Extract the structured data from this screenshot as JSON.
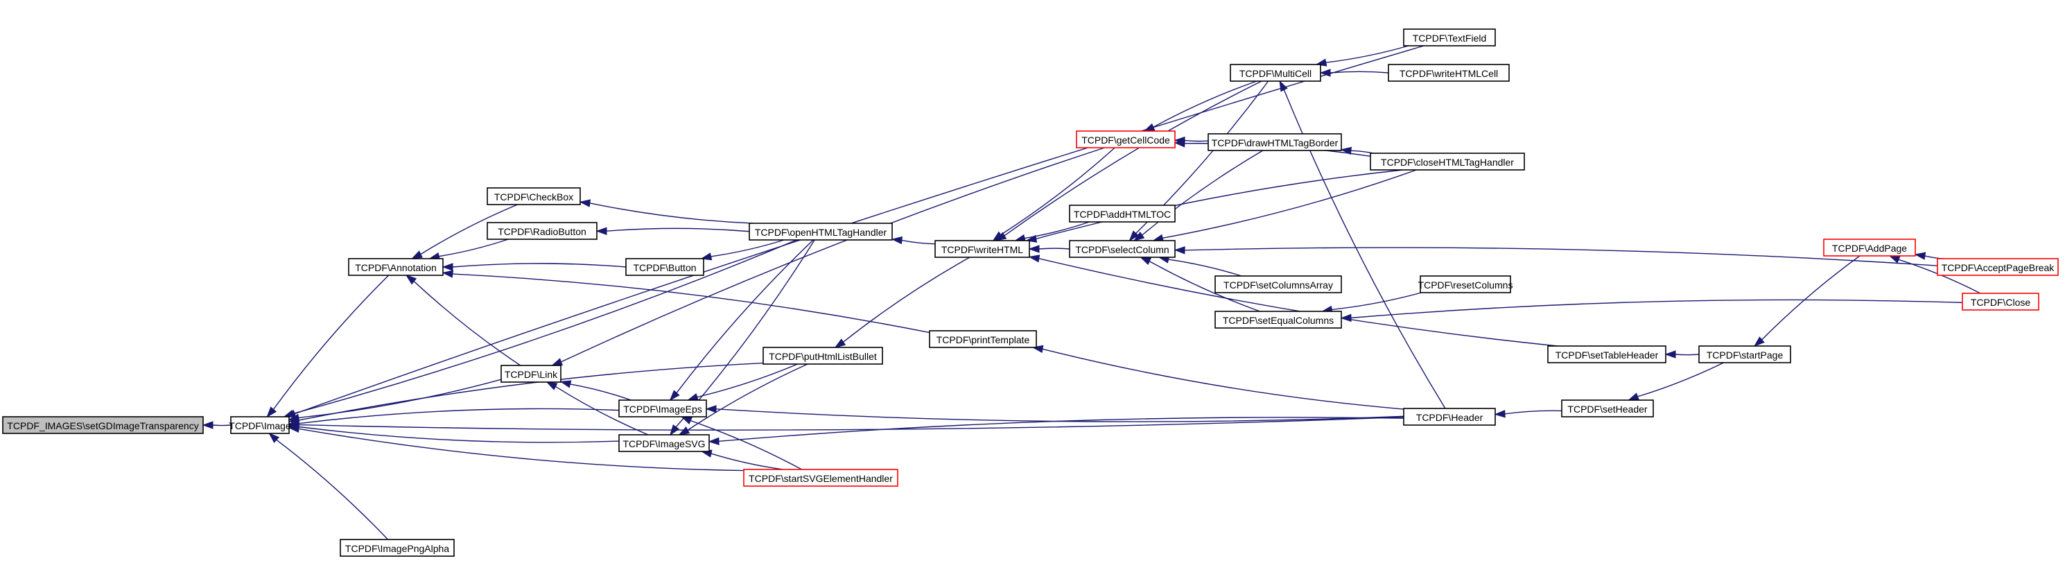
{
  "diagram": {
    "colors": {
      "edge": "#191970",
      "root_fill": "#bfbfbf",
      "highlight_border": "#ff0000",
      "border": "#000000"
    },
    "nodes": [
      {
        "id": "root",
        "label": "TCPDF_IMAGES\\setGDImageTransparency",
        "style": "root"
      },
      {
        "id": "image",
        "label": "TCPDF\\Image"
      },
      {
        "id": "annotation",
        "label": "TCPDF\\Annotation"
      },
      {
        "id": "checkbox",
        "label": "TCPDF\\CheckBox"
      },
      {
        "id": "radiobutton",
        "label": "TCPDF\\RadioButton"
      },
      {
        "id": "button",
        "label": "TCPDF\\Button"
      },
      {
        "id": "link",
        "label": "TCPDF\\Link"
      },
      {
        "id": "imageeps",
        "label": "TCPDF\\ImageEps"
      },
      {
        "id": "imagesvg",
        "label": "TCPDF\\ImageSVG"
      },
      {
        "id": "imagepngalpha",
        "label": "TCPDF\\ImagePngAlpha"
      },
      {
        "id": "openhtml",
        "label": "TCPDF\\openHTMLTagHandler"
      },
      {
        "id": "puthtml",
        "label": "TCPDF\\putHtmlListBullet"
      },
      {
        "id": "startsvg",
        "label": "TCPDF\\startSVGElementHandler",
        "style": "red"
      },
      {
        "id": "writehtml",
        "label": "TCPDF\\writeHTML"
      },
      {
        "id": "printtemplate",
        "label": "TCPDF\\printTemplate"
      },
      {
        "id": "getcellcode",
        "label": "TCPDF\\getCellCode",
        "style": "red"
      },
      {
        "id": "multicell",
        "label": "TCPDF\\MultiCell"
      },
      {
        "id": "textfield",
        "label": "TCPDF\\TextField"
      },
      {
        "id": "writehtmlcell",
        "label": "TCPDF\\writeHTMLCell"
      },
      {
        "id": "drawhtml",
        "label": "TCPDF\\drawHTMLTagBorder"
      },
      {
        "id": "closehtml",
        "label": "TCPDF\\closeHTMLTagHandler"
      },
      {
        "id": "addhtmltoc",
        "label": "TCPDF\\addHTMLTOC"
      },
      {
        "id": "selectcolumn",
        "label": "TCPDF\\selectColumn"
      },
      {
        "id": "setcolumnsarray",
        "label": "TCPDF\\setColumnsArray"
      },
      {
        "id": "resetcolumns",
        "label": "TCPDF\\resetColumns"
      },
      {
        "id": "setequalcolumns",
        "label": "TCPDF\\setEqualColumns"
      },
      {
        "id": "settableheader",
        "label": "TCPDF\\setTableHeader"
      },
      {
        "id": "header",
        "label": "TCPDF\\Header"
      },
      {
        "id": "setheader",
        "label": "TCPDF\\setHeader"
      },
      {
        "id": "startpage",
        "label": "TCPDF\\startPage"
      },
      {
        "id": "addpage",
        "label": "TCPDF\\AddPage",
        "style": "red"
      },
      {
        "id": "acceptpagebreak",
        "label": "TCPDF\\AcceptPageBreak",
        "style": "red"
      },
      {
        "id": "close",
        "label": "TCPDF\\Close",
        "style": "red"
      }
    ],
    "edges": [
      [
        "root",
        "image"
      ],
      [
        "image",
        "annotation"
      ],
      [
        "image",
        "link"
      ],
      [
        "image",
        "imageeps"
      ],
      [
        "image",
        "imagesvg"
      ],
      [
        "image",
        "imagepngalpha"
      ],
      [
        "image",
        "openhtml"
      ],
      [
        "image",
        "puthtml"
      ],
      [
        "image",
        "startsvg"
      ],
      [
        "image",
        "textfield"
      ],
      [
        "image",
        "header"
      ],
      [
        "annotation",
        "checkbox"
      ],
      [
        "annotation",
        "radiobutton"
      ],
      [
        "annotation",
        "button"
      ],
      [
        "annotation",
        "link"
      ],
      [
        "annotation",
        "printtemplate"
      ],
      [
        "checkbox",
        "openhtml"
      ],
      [
        "radiobutton",
        "openhtml"
      ],
      [
        "button",
        "openhtml"
      ],
      [
        "link",
        "imageeps"
      ],
      [
        "link",
        "imagesvg"
      ],
      [
        "link",
        "getcellcode"
      ],
      [
        "imageeps",
        "puthtml"
      ],
      [
        "imageeps",
        "startsvg"
      ],
      [
        "imageeps",
        "header"
      ],
      [
        "imageeps",
        "openhtml"
      ],
      [
        "imagesvg",
        "startsvg"
      ],
      [
        "imagesvg",
        "puthtml"
      ],
      [
        "imagesvg",
        "openhtml"
      ],
      [
        "imagesvg",
        "header"
      ],
      [
        "openhtml",
        "writehtml"
      ],
      [
        "puthtml",
        "writehtml"
      ],
      [
        "printtemplate",
        "header"
      ],
      [
        "writehtml",
        "multicell"
      ],
      [
        "writehtml",
        "getcellcode"
      ],
      [
        "writehtml",
        "closehtml"
      ],
      [
        "writehtml",
        "addhtmltoc"
      ],
      [
        "writehtml",
        "selectcolumn"
      ],
      [
        "writehtml",
        "settableheader"
      ],
      [
        "getcellcode",
        "multicell"
      ],
      [
        "getcellcode",
        "drawhtml"
      ],
      [
        "getcellcode",
        "closehtml"
      ],
      [
        "multicell",
        "textfield"
      ],
      [
        "multicell",
        "writehtmlcell"
      ],
      [
        "multicell",
        "header"
      ],
      [
        "drawhtml",
        "closehtml"
      ],
      [
        "selectcolumn",
        "multicell"
      ],
      [
        "selectcolumn",
        "drawhtml"
      ],
      [
        "selectcolumn",
        "closehtml"
      ],
      [
        "selectcolumn",
        "setcolumnsarray"
      ],
      [
        "selectcolumn",
        "setequalcolumns"
      ],
      [
        "selectcolumn",
        "acceptpagebreak"
      ],
      [
        "setequalcolumns",
        "resetcolumns"
      ],
      [
        "setequalcolumns",
        "close"
      ],
      [
        "settableheader",
        "startpage"
      ],
      [
        "header",
        "setheader"
      ],
      [
        "setheader",
        "startpage"
      ],
      [
        "startpage",
        "addpage"
      ],
      [
        "addpage",
        "acceptpagebreak"
      ],
      [
        "addpage",
        "close"
      ]
    ]
  }
}
